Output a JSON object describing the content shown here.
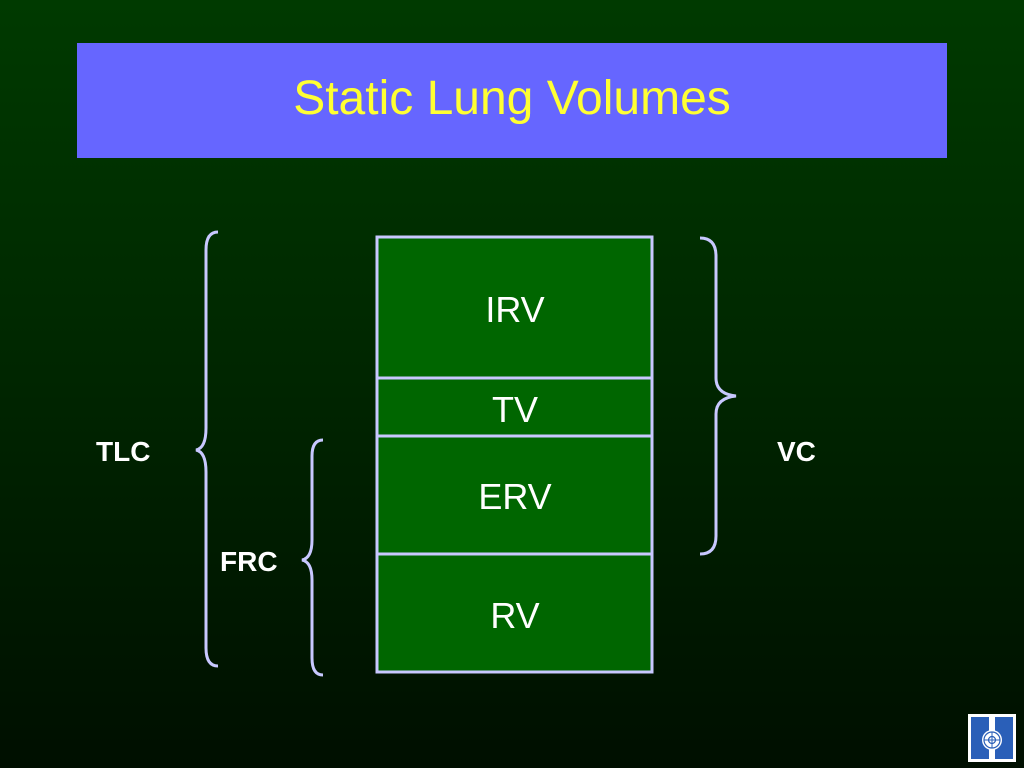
{
  "title": "Static Lung Volumes",
  "segments": [
    {
      "label": "IRV"
    },
    {
      "label": "TV"
    },
    {
      "label": "ERV"
    },
    {
      "label": "RV"
    }
  ],
  "capacities": {
    "tlc": "TLC",
    "frc": "FRC",
    "vc": "VC"
  },
  "colors": {
    "title_bg": "#6666ff",
    "title_text": "#ffff33",
    "segment_fill": "#006600",
    "segment_stroke": "#c8c8ff",
    "brace": "#c8c8ff",
    "label_text": "#ffffff"
  },
  "logo_icon": "university-seal-icon"
}
